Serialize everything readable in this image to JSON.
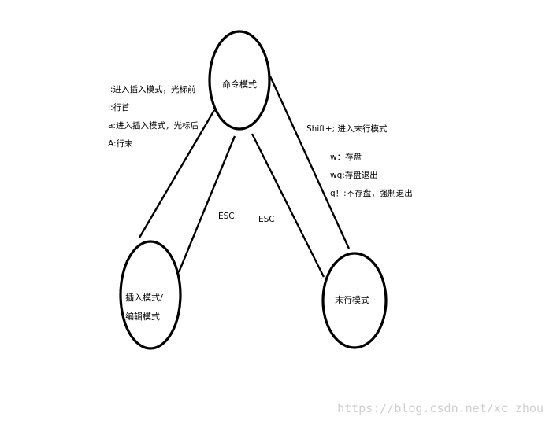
{
  "nodes": {
    "command": {
      "label": "命令模式"
    },
    "insert": {
      "label_line1": "插入模式/",
      "label_line2": "编辑模式"
    },
    "lastline": {
      "label": "末行模式"
    }
  },
  "notes": {
    "insert_keys": [
      "i:进入插入模式，光标前",
      "I:行首",
      "a:进入插入模式，光标后",
      "A:行末"
    ],
    "lastline_title": "Shift+; 进入末行模式",
    "lastline_cmds": [
      "w：存盘",
      "wq:存盘退出",
      "q！:不存盘，强制退出"
    ]
  },
  "edges": {
    "insert_to_command": "ESC",
    "lastline_to_command": "ESC"
  },
  "watermark": "https://blog.csdn.net/xc_zhou",
  "colors": {
    "line": "#000000",
    "background": "#ffffff",
    "watermark": "#cfcfcf"
  }
}
